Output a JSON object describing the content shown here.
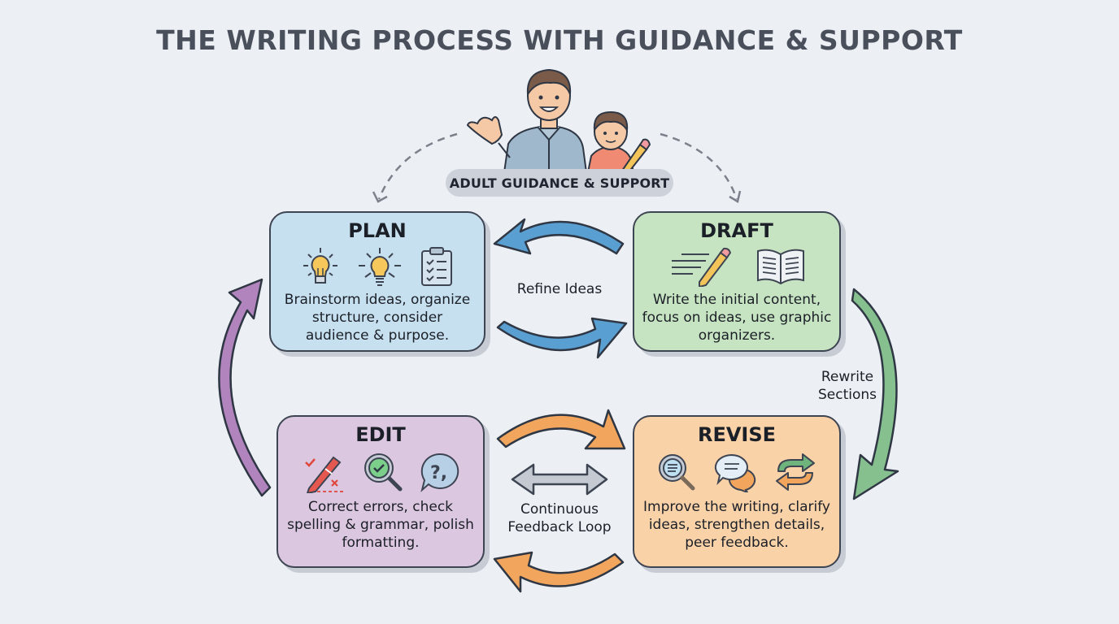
{
  "title": "THE WRITING PROCESS WITH GUIDANCE & SUPPORT",
  "guidance": {
    "label": "ADULT GUIDANCE & SUPPORT",
    "figures": [
      "adult-waving",
      "child-with-pencil"
    ]
  },
  "stages": {
    "plan": {
      "title": "PLAN",
      "description": "Brainstorm ideas, organize structure, consider audience & purpose.",
      "icons": [
        "lightbulb-icon",
        "lightbulb-shining-icon",
        "clipboard-checklist-icon"
      ],
      "color": "#c7e0ef"
    },
    "draft": {
      "title": "DRAFT",
      "description": "Write the initial content, focus on ideas, use graphic organizers.",
      "icons": [
        "pencil-writing-icon",
        "open-book-icon"
      ],
      "color": "#c7e4c2"
    },
    "edit": {
      "title": "EDIT",
      "description": "Correct errors, check spelling & grammar, polish formatting.",
      "icons": [
        "red-pen-icon",
        "magnifier-check-icon",
        "punctuation-bubble-icon"
      ],
      "color": "#dcc7e0"
    },
    "revise": {
      "title": "REVISE",
      "description": "Improve the writing, clarify ideas, strengthen details, peer feedback.",
      "icons": [
        "magnifier-text-icon",
        "chat-bubbles-icon",
        "swap-arrows-icon"
      ],
      "color": "#f9d2a8"
    }
  },
  "connectors": {
    "plan_draft": "Refine Ideas",
    "draft_revise_line1": "Rewrite",
    "draft_revise_line2": "Sections",
    "edit_revise_line1": "Continuous",
    "edit_revise_line2": "Feedback Loop"
  },
  "colors": {
    "background": "#eceff3",
    "blue_arrow": "#5a9fd1",
    "green_arrow": "#86c08e",
    "orange_arrow": "#f2a55c",
    "purple_arrow": "#b184bd",
    "gray_arrow": "#c4c9d2",
    "outline": "#3d4452"
  }
}
